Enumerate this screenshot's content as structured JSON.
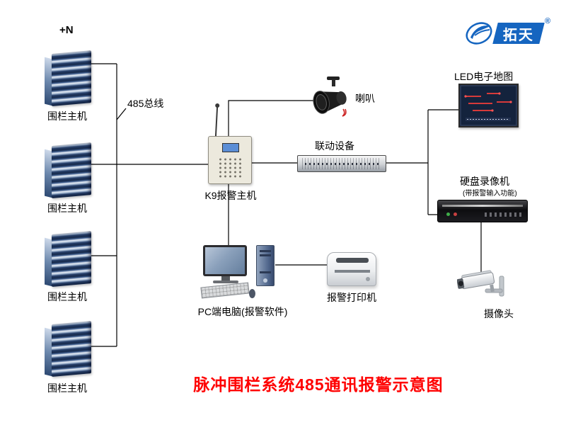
{
  "logo": {
    "brand": "拓天",
    "registered": "®"
  },
  "nodes": {
    "plus_n": "+N",
    "bus": "485总线",
    "fence_host": "围栏主机",
    "k9_host": "K9报警主机",
    "speaker": "喇叭",
    "linkage_device": "联动设备",
    "led_map": "LED电子地图",
    "dvr": "硬盘录像机",
    "dvr_note": "(带报警输入功能)",
    "camera": "摄像头",
    "pc": "PC端电脑(报警软件)",
    "printer": "报警打印机"
  },
  "title": "脉冲围栏系统485通讯报警示意图",
  "colors": {
    "title_red": "#ff0000",
    "brand_blue": "#1565c0",
    "connector": "#000000"
  }
}
